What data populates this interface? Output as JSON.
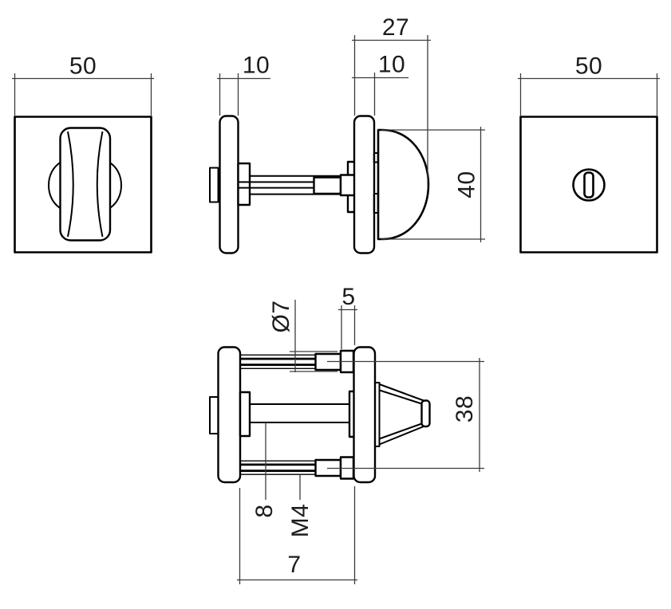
{
  "page": {
    "background": "#ffffff"
  },
  "drawing": {
    "kind": "door-hardware-wc-turn-square-rosette-technical-drawing",
    "line_color": "#000000",
    "dim_color": "#3c3c3c",
    "views": {
      "front_turn_rosette": {
        "description": "square rosette with thumb turn, front view"
      },
      "side_assembly": {
        "description": "assembled side view of both rosettes with spindle"
      },
      "front_release_rosette": {
        "description": "square rosette with emergency coin-slot release, front view"
      },
      "fixing_section": {
        "description": "side view with fixing screws, spindle and turn cone"
      }
    },
    "dims": {
      "front_turn_width": "50",
      "left_rosette_thickness": "10",
      "turn_total_depth": "27",
      "right_rosette_thickness": "10",
      "turn_knob_diameter": "40",
      "front_release_width": "50",
      "bush_diameter": "Ø7",
      "bush_length": "5",
      "screw_spacing": "38",
      "spindle_size": "8",
      "screw_thread": "M4",
      "rosette_gap": "7"
    }
  }
}
